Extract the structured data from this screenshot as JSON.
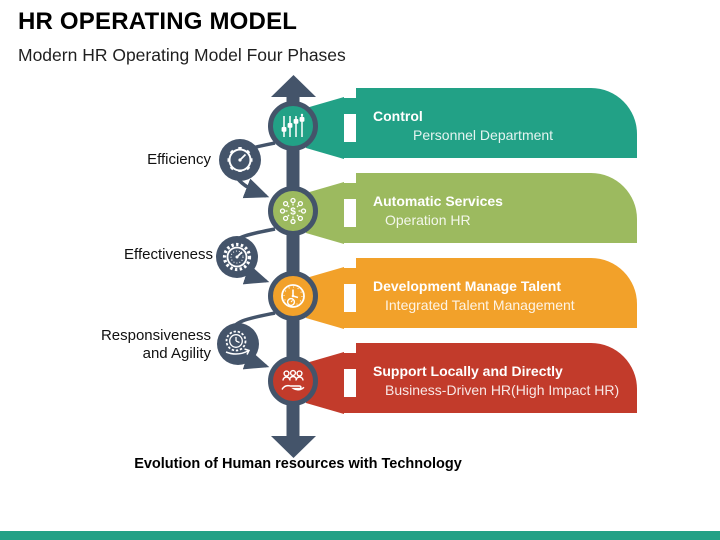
{
  "header": {
    "title": "HR OPERATING MODEL",
    "subtitle": "Modern HR Operating Model Four Phases"
  },
  "phases": [
    {
      "title": "Control",
      "subtitle": "Personnel Department",
      "color": "#22A186",
      "icon": "sliders-icon"
    },
    {
      "title": "Automatic Services",
      "subtitle": "Operation HR",
      "color": "#9CBA5F",
      "icon": "money-network-icon"
    },
    {
      "title": "Development Manage Talent",
      "subtitle": "Integrated Talent Management",
      "color": "#F2A12A",
      "icon": "clock-icon"
    },
    {
      "title": "Support Locally and Directly",
      "subtitle": "Business-Driven HR(High Impact HR)",
      "color": "#C23B2B",
      "icon": "people-hand-icon"
    }
  ],
  "side_labels": [
    {
      "label": "Efficiency",
      "icon": "gear-gauge-icon"
    },
    {
      "label": "Effectiveness",
      "icon": "gear-dial-icon"
    },
    {
      "label": "Responsiveness and Agility",
      "icon": "agility-clock-icon"
    }
  ],
  "footer": {
    "caption": "Evolution of Human resources with Technology"
  },
  "colors": {
    "teal": "#22A186",
    "green": "#9CBA5F",
    "orange": "#F2A12A",
    "red": "#C23B2B",
    "navy": "#44546A",
    "accent_bar": "#22A186"
  }
}
